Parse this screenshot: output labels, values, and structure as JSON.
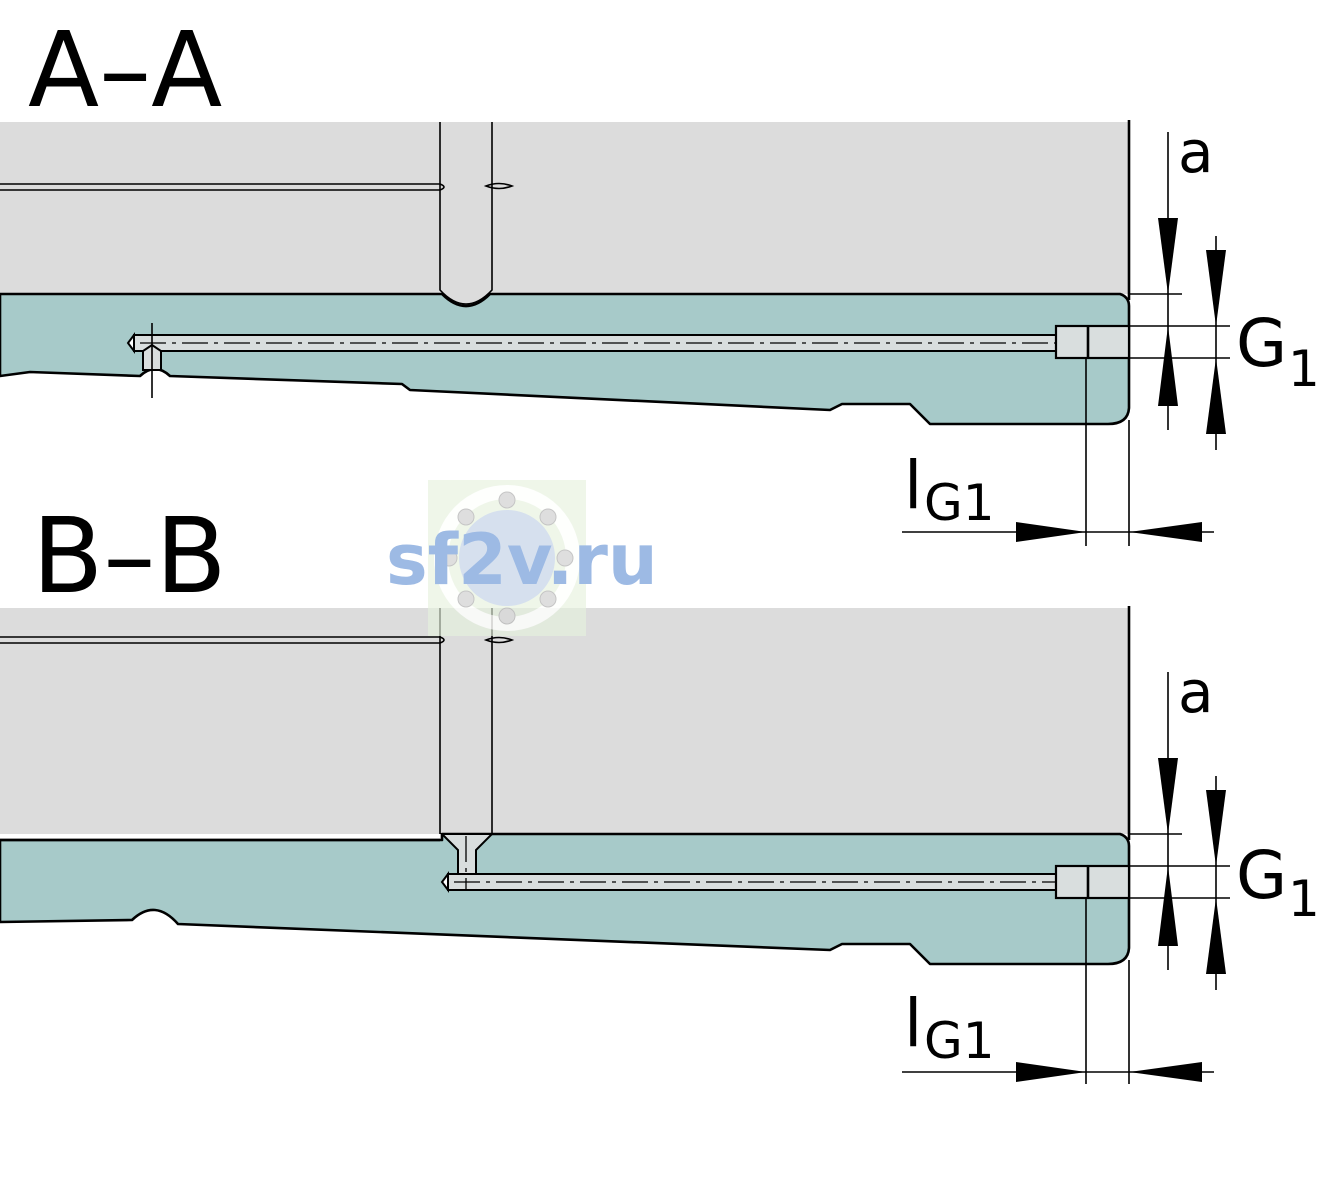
{
  "sections": [
    {
      "id": "section-aa",
      "title": "A–A",
      "labels": {
        "a": "a",
        "G": "G",
        "G_sub": "1",
        "l": "l",
        "l_sub": "G1"
      }
    },
    {
      "id": "section-bb",
      "title": "B–B",
      "labels": {
        "a": "a",
        "G": "G",
        "G_sub": "1",
        "l": "l",
        "l_sub": "G1"
      }
    }
  ],
  "watermark": {
    "text": "sf2v.ru"
  },
  "colors": {
    "housing": "#dcdcdc",
    "ring": "#a7cac9",
    "thread": "#d9dede",
    "watermark_text": "#8caee0",
    "watermark_bg": "#e6f1dd"
  }
}
